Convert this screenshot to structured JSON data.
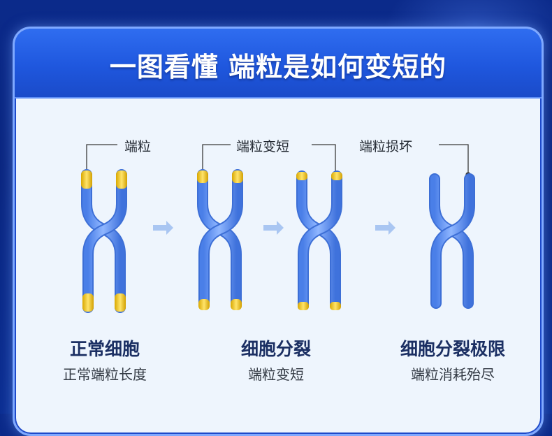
{
  "header": {
    "title": "一图看懂 端粒是如何变短的"
  },
  "callouts": {
    "telomere": "端粒",
    "shortened": "端粒变短",
    "damaged": "端粒损坏"
  },
  "stages": [
    {
      "title": "正常细胞",
      "subtitle": "正常端粒长度"
    },
    {
      "title": "细胞分裂",
      "subtitle": "端粒变短"
    },
    {
      "title": "细胞分裂极限",
      "subtitle": "端粒消耗殆尽"
    }
  ],
  "colors": {
    "chromosome": "#5b8df0",
    "chromosome_outline": "#3d6fd6",
    "telomere": "#f2c92b",
    "arrow": "#a9c6f2",
    "leader": "#333333"
  }
}
